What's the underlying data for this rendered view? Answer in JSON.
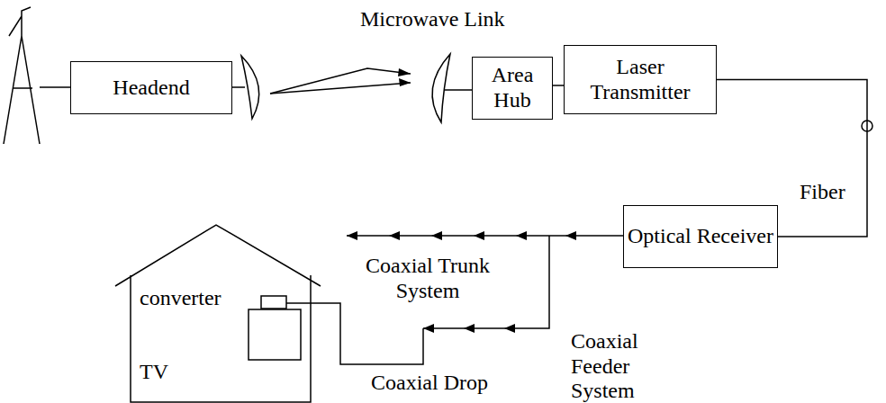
{
  "diagram": {
    "nodes": [
      {
        "text": [
          "Headend"
        ]
      },
      {
        "text": [
          "Area Hub"
        ]
      },
      {
        "text": [
          "Laser Transmitter"
        ]
      },
      {
        "text": [
          "Optical Receiver"
        ]
      }
    ],
    "edges": [
      {
        "from": 1,
        "to": 2,
        "arrow": "none"
      },
      {
        "from": 2,
        "to": 3,
        "arrow": "none"
      }
    ],
    "labels": [
      "Microwave Link",
      "Fiber",
      "Coaxial Trunk System",
      "Coaxial Feeder System",
      "converter",
      "TV",
      "Coaxial Drop"
    ]
  }
}
